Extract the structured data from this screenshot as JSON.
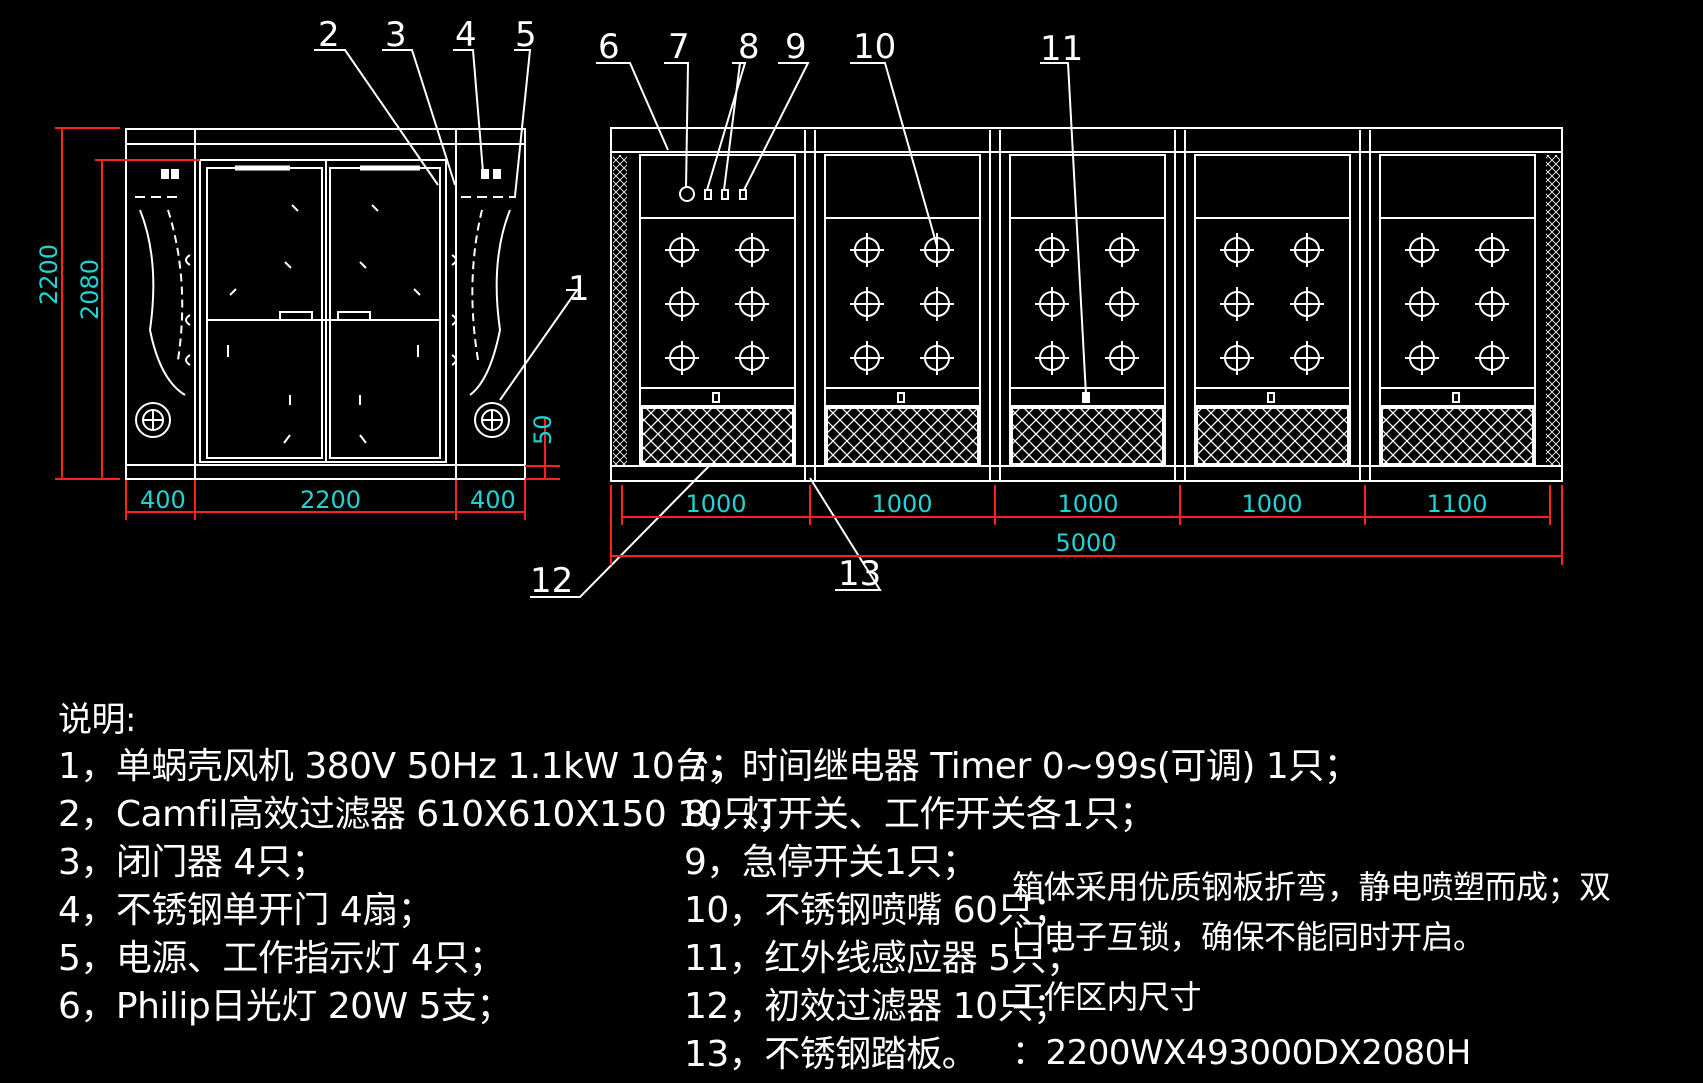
{
  "left_view": {
    "item_labels": [
      "2",
      "3",
      "4",
      "5",
      "1"
    ],
    "dimensions": {
      "total_height": "2200",
      "door_height": "2080",
      "base_height": "50",
      "left_width": "400",
      "center_width": "2200",
      "right_width": "400"
    }
  },
  "right_view": {
    "item_labels": [
      "6",
      "7",
      "8",
      "9",
      "10",
      "11",
      "12",
      "13"
    ],
    "dimensions": {
      "segments": [
        "1000",
        "1000",
        "1000",
        "1000",
        "1100"
      ],
      "total_length": "5000"
    }
  },
  "notes": {
    "title": "说明:",
    "left_column": [
      "1，单蜗壳风机 380V 50Hz 1.1kW 10台；",
      "2，Camfil高效过滤器 610X610X150  10只；",
      "3，闭门器   4只；",
      "4，不锈钢单开门 4扇；",
      "5，电源、工作指示灯   4只；",
      "6，Philip日光灯 20W  5支；"
    ],
    "right_column": [
      "7，时间继电器 Timer 0~99s(可调) 1只；",
      "8，灯开关、工作开关各1只；",
      "9，急停开关1只；",
      "10，不锈钢喷嘴 60只；",
      "11，红外线感应器 5只；",
      "12，初效过滤器 10只；",
      "13，不锈钢踏板。"
    ],
    "extra_column": [
      "箱体采用优质钢板折弯，静电喷塑而成；双",
      "门电子互锁，确保不能同时开启。",
      "工作区内尺寸",
      "：2200WX493000DX2080H"
    ]
  },
  "colors": {
    "background": "#000000",
    "lines": "#ffffff",
    "dimension_lines": "#ff2020",
    "dimension_text": "#22d3d3"
  }
}
